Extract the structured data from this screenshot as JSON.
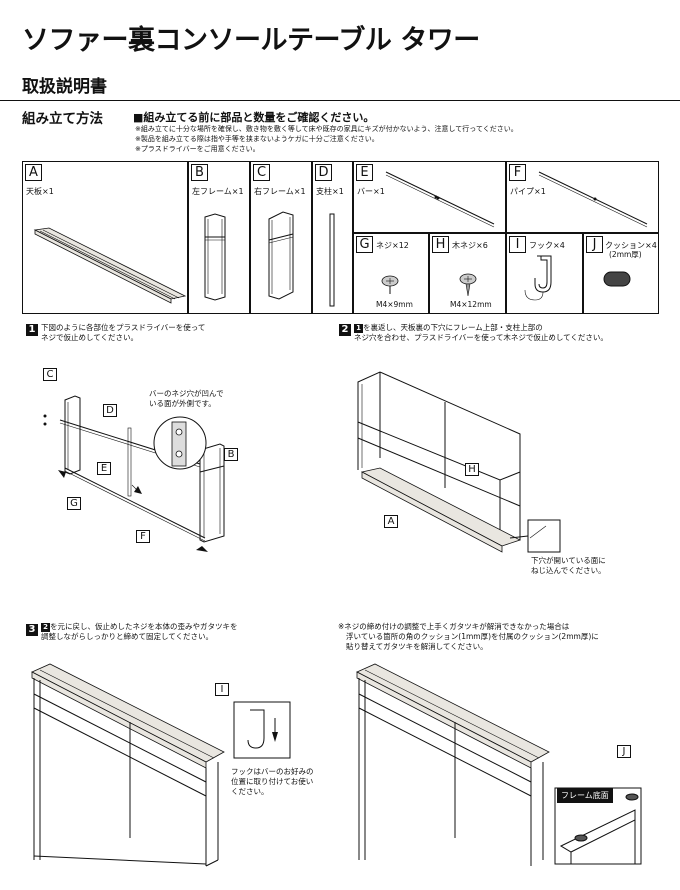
{
  "header": {
    "title": "ソファー裏コンソールテーブル タワー",
    "subtitle": "取扱説明書"
  },
  "assembly": {
    "section_label": "組み立て方法",
    "pre_title": "■組み立てる前に部品と数量をご確認ください。",
    "notes": [
      "※組み立てに十分な場所を確保し、敷き物を敷く等して床や既存の家具にキズが付かないよう、注意して行ってください。",
      "※製品を組み立てる際は指や手等を挟まないようケガに十分ご注意ください。",
      "※プラスドライバーをご用意ください。"
    ]
  },
  "parts": {
    "A": {
      "letter": "A",
      "name": "天板×1"
    },
    "B": {
      "letter": "B",
      "name": "左フレーム×1"
    },
    "C": {
      "letter": "C",
      "name": "右フレーム×1"
    },
    "D": {
      "letter": "D",
      "name": "支柱×1"
    },
    "E": {
      "letter": "E",
      "name": "バー×1"
    },
    "F": {
      "letter": "F",
      "name": "パイプ×1"
    },
    "G": {
      "letter": "G",
      "name": "ネジ×12",
      "size": "M4×9mm"
    },
    "H": {
      "letter": "H",
      "name": "木ネジ×6",
      "size": "M4×12mm"
    },
    "I": {
      "letter": "I",
      "name": "フック×4"
    },
    "J": {
      "letter": "J",
      "name": "クッション×4",
      "sub": "(2mm厚)"
    }
  },
  "steps": {
    "s1": {
      "num": "1",
      "line1": "下図のように各部位をプラスドライバーを使って",
      "line2": "ネジで仮止めしてください。"
    },
    "s2": {
      "num": "2",
      "ref": "1",
      "line1": "を裏返し、天板裏の下穴にフレーム上部・支柱上部の",
      "line2": "ネジ穴を合わせ、プラスドライバーを使って木ネジで仮止めしてください。"
    },
    "s3": {
      "num": "3",
      "ref": "2",
      "line1": "を元に戻し、仮止めしたネジを本体の歪みやガタツキを",
      "line2": "調整しながらしっかりと締めて固定してください。"
    },
    "s4": {
      "line1": "※ネジの締め付けの調整で上手くガタツキが解消できなかった場合は",
      "line2": "浮いている箇所の角のクッション(1mm厚)を付属のクッション(2mm厚)に",
      "line3": "貼り替えてガタツキを解消してください。"
    }
  },
  "captions": {
    "bar_hole_1": "バーのネジ穴が凹んで",
    "bar_hole_2": "いる面が外側です。",
    "pilot_1": "下穴が開いている面に",
    "pilot_2": "ねじ込んでください。",
    "hook_1": "フックはバーのお好みの",
    "hook_2": "位置に取り付けてお使い",
    "hook_3": "ください。",
    "frame_bottom": "フレーム底面"
  },
  "callouts": {
    "C": "C",
    "D": "D",
    "E": "E",
    "B": "B",
    "G": "G",
    "F": "F",
    "H": "H",
    "A": "A",
    "I": "I",
    "J": "J"
  }
}
